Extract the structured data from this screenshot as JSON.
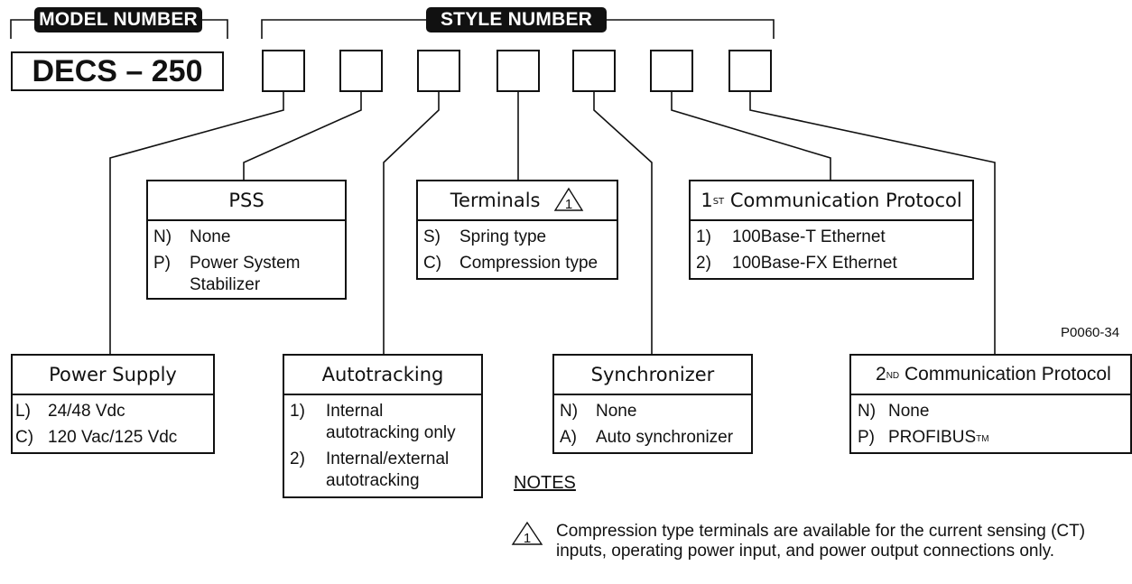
{
  "header": {
    "model_label": "MODEL NUMBER",
    "model_value": "DECS – 250",
    "style_label": "STYLE NUMBER"
  },
  "boxes": {
    "power_supply": {
      "title": "Power Supply",
      "options": [
        {
          "code": "L)",
          "text": "24/48 Vdc"
        },
        {
          "code": "C)",
          "text": "120 Vac/125 Vdc"
        }
      ]
    },
    "pss": {
      "title": "PSS",
      "options": [
        {
          "code": "N)",
          "text": "None"
        },
        {
          "code": "P)",
          "text": "Power System Stabilizer"
        }
      ]
    },
    "autotracking": {
      "title": "Autotracking",
      "options": [
        {
          "code": "1)",
          "text": "Internal autotracking only"
        },
        {
          "code": "2)",
          "text": "Internal/external autotracking"
        }
      ]
    },
    "terminals": {
      "title": "Terminals",
      "note_mark": "1",
      "options": [
        {
          "code": "S)",
          "text": "Spring type"
        },
        {
          "code": "C)",
          "text": "Compression type"
        }
      ]
    },
    "synchronizer": {
      "title": "Synchronizer",
      "options": [
        {
          "code": "N)",
          "text": "None"
        },
        {
          "code": "A)",
          "text": "Auto synchronizer"
        }
      ]
    },
    "comm1": {
      "title_num": "1",
      "title_sup": "ST",
      "title_rest": " Communication Protocol",
      "options": [
        {
          "code": "1)",
          "text": "100Base-T Ethernet"
        },
        {
          "code": "2)",
          "text": "100Base-FX Ethernet"
        }
      ]
    },
    "comm2": {
      "title_num": "2",
      "title_sup": "ND",
      "title_rest": " Communication Protocol",
      "options": [
        {
          "code": "N)",
          "text": "None"
        },
        {
          "code": "P)",
          "text": "PROFIBUS",
          "sup": "TM"
        }
      ]
    }
  },
  "figure_ref": "P0060-34",
  "notes": {
    "heading": "NOTES",
    "items": [
      {
        "mark": "1",
        "text": "Compression type terminals are available for the current sensing (CT) inputs, operating power input, and power output connections only."
      }
    ]
  }
}
